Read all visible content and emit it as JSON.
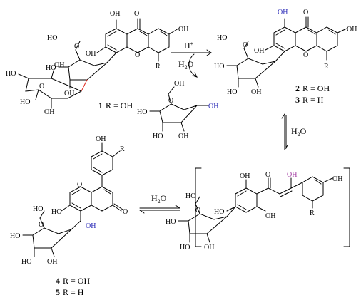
{
  "reaction": {
    "acid": "H",
    "acid_sup": "+",
    "water": "H",
    "water_sub": "2",
    "water_o": "O"
  },
  "compounds": {
    "c1": {
      "num": "1",
      "r": "R = OH"
    },
    "c2": {
      "num": "2",
      "r": "R = OH"
    },
    "c3": {
      "num": "3",
      "r": "R = H"
    },
    "c4": {
      "num": "4",
      "r": "R = OH"
    },
    "c5": {
      "num": "5",
      "r": "R = H"
    }
  },
  "atoms": {
    "OH": "OH",
    "HO": "HO",
    "O": "O",
    "R": "R"
  },
  "colors": {
    "blue": "#2b2bb8",
    "purple": "#a23aa2",
    "red": "#e0281e"
  }
}
